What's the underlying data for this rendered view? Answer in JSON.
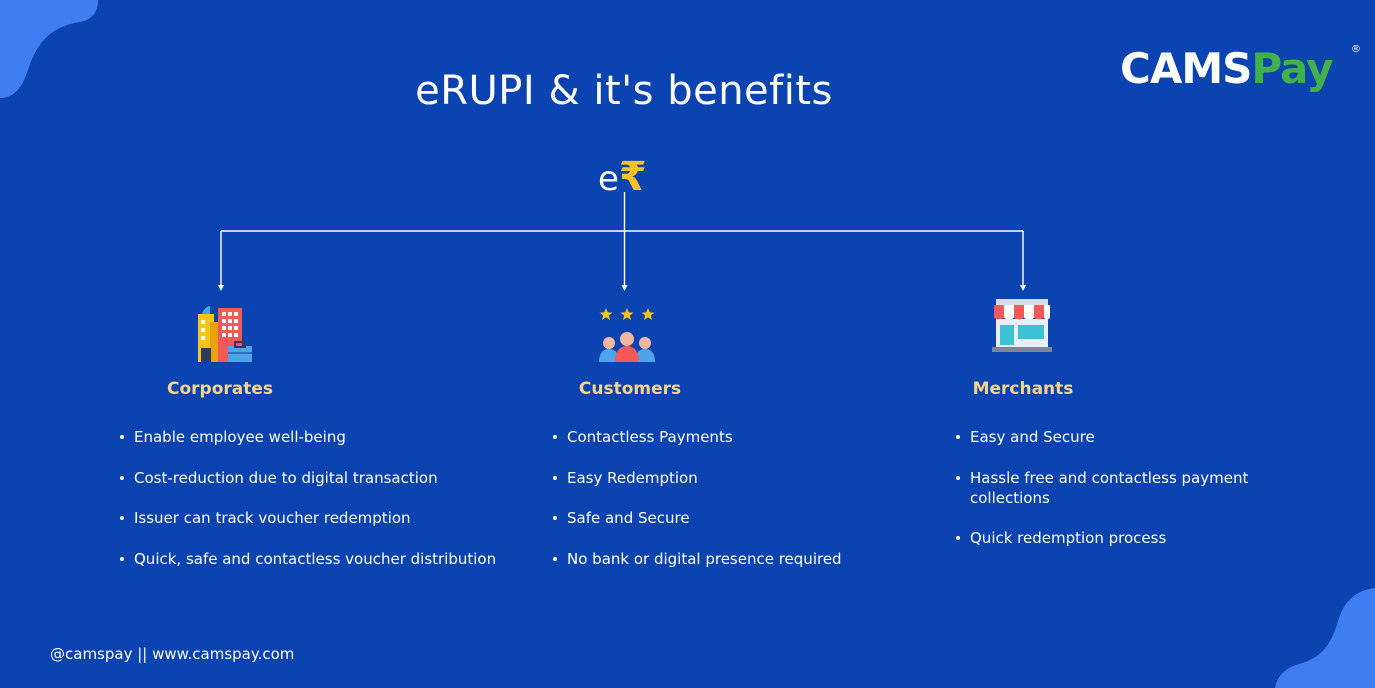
{
  "title": "eRUPI & it's benefits",
  "brand": {
    "name_part1": "CAMS",
    "name_part2": "Pay",
    "registered_mark": "®"
  },
  "root": {
    "prefix": "e",
    "currency_symbol": "₹"
  },
  "columns": [
    {
      "title": "Corporates",
      "icon": "office-buildings-icon",
      "points": [
        "Enable employee well-being",
        "Cost-reduction due to digital transaction",
        "Issuer can track voucher redemption",
        "Quick, safe and contactless voucher distribution"
      ]
    },
    {
      "title": "Customers",
      "icon": "customers-rating-icon",
      "points": [
        "Contactless Payments",
        "Easy Redemption",
        "Safe and Secure",
        "No bank or digital presence required"
      ]
    },
    {
      "title": "Merchants",
      "icon": "shop-storefront-icon",
      "points": [
        "Easy and Secure",
        "Hassle free and contactless payment collections",
        "Quick redemption process"
      ]
    }
  ],
  "footer": "@camspay || www.camspay.com",
  "colors": {
    "background": "#0b43b0",
    "blob": "#3f7ef2",
    "heading_gold": "#f6d58a",
    "rupee_gold": "#f7c521",
    "brand_green": "#43b14b"
  }
}
